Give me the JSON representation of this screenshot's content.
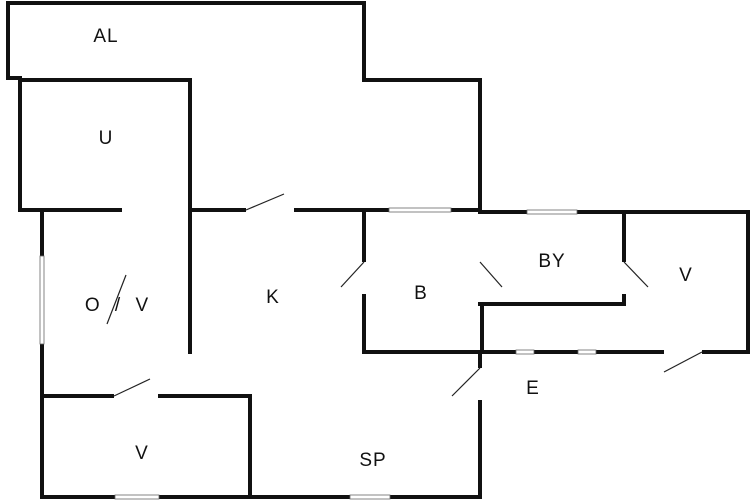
{
  "rooms": [
    {
      "id": "al",
      "label": "AL"
    },
    {
      "id": "u",
      "label": "U"
    },
    {
      "id": "ov",
      "label": "O / V"
    },
    {
      "id": "k",
      "label": "K"
    },
    {
      "id": "b",
      "label": "B"
    },
    {
      "id": "by",
      "label": "BY"
    },
    {
      "id": "v-right",
      "label": "V"
    },
    {
      "id": "e",
      "label": "E"
    },
    {
      "id": "v-bottom",
      "label": "V"
    },
    {
      "id": "sp",
      "label": "SP"
    }
  ]
}
